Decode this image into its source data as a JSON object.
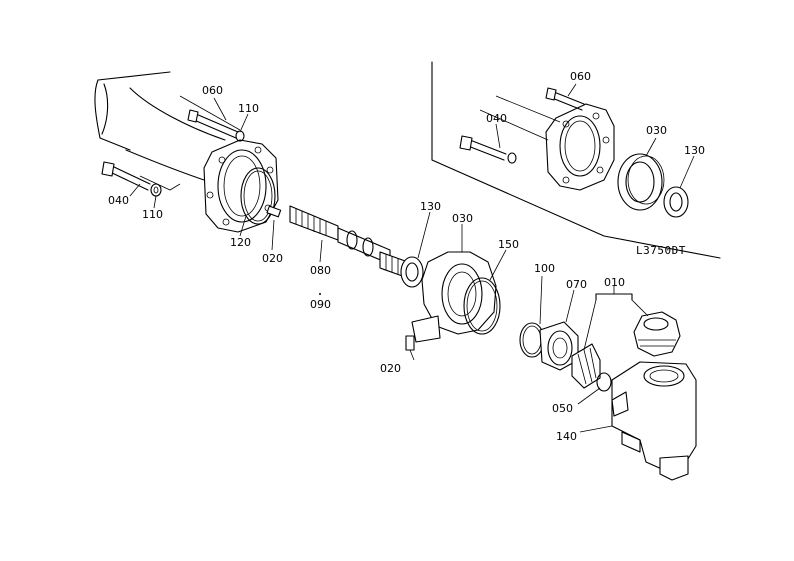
{
  "model_label": "L3750DT",
  "callouts": {
    "main_060": "060",
    "main_110_top": "110",
    "main_040": "040",
    "main_110_bottom": "110",
    "main_120": "120",
    "main_020_left": "020",
    "main_080": "080",
    "main_090": "090",
    "main_130": "130",
    "main_030": "030",
    "main_150": "150",
    "main_020_bottom": "020",
    "main_100": "100",
    "main_070": "070",
    "main_010": "010",
    "main_050": "050",
    "main_140": "140",
    "inset_060": "060",
    "inset_040": "040",
    "inset_030": "030",
    "inset_130": "130"
  }
}
